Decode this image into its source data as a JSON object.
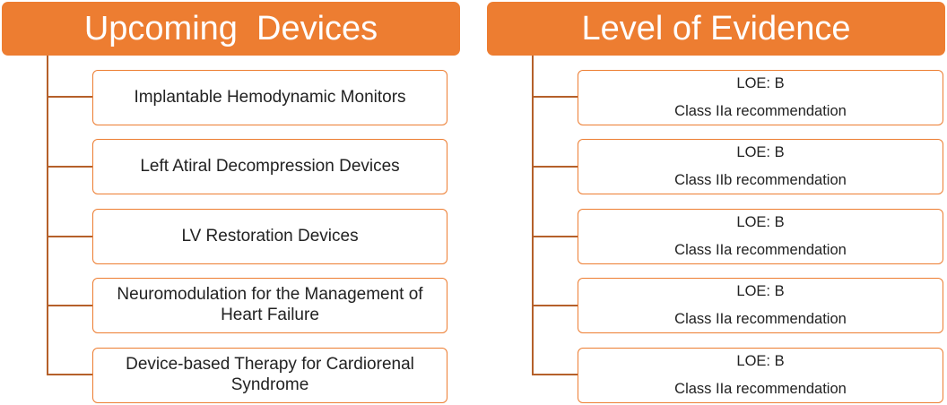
{
  "left_column": {
    "title": "Upcoming  Devices",
    "items": [
      "Implantable Hemodynamic Monitors",
      "Left Atiral Decompression Devices",
      "LV Restoration Devices",
      "Neuromodulation for the Management of Heart Failure",
      "Device-based Therapy for Cardiorenal Syndrome"
    ]
  },
  "right_column": {
    "title": "Level of Evidence",
    "items": [
      {
        "loe": "LOE: B",
        "class": "Class IIa recommendation"
      },
      {
        "loe": "LOE: B",
        "class": "Class IIb recommendation"
      },
      {
        "loe": "LOE: B",
        "class": "Class IIa recommendation"
      },
      {
        "loe": "LOE: B",
        "class": "Class IIa recommendation"
      },
      {
        "loe": "LOE: B",
        "class": "Class IIa recommendation"
      }
    ]
  },
  "colors": {
    "header_fill": "#ED7D31",
    "box_border": "#ED7D31",
    "connector": "#B5602A"
  }
}
